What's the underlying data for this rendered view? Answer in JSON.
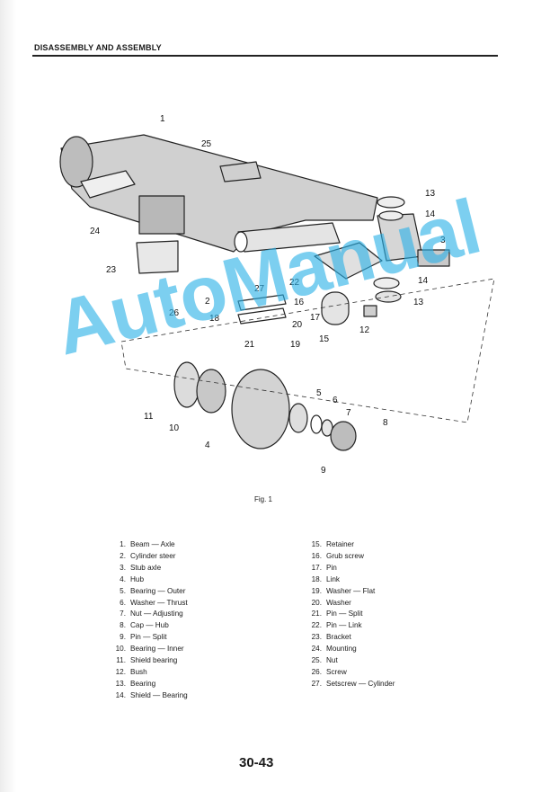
{
  "header": {
    "title": "DISASSEMBLY AND ASSEMBLY"
  },
  "figure": {
    "caption": "Fig. 1",
    "callouts": [
      "1",
      "25",
      "13",
      "14",
      "3",
      "24",
      "23",
      "26",
      "2",
      "27",
      "22",
      "16",
      "17",
      "14",
      "13",
      "18",
      "20",
      "15",
      "12",
      "21",
      "19",
      "5",
      "6",
      "7",
      "8",
      "11",
      "10",
      "4",
      "9"
    ]
  },
  "legend": {
    "left": [
      {
        "num": "1.",
        "text": "Beam — Axle"
      },
      {
        "num": "2.",
        "text": "Cylinder steer"
      },
      {
        "num": "3.",
        "text": "Stub axle"
      },
      {
        "num": "4.",
        "text": "Hub"
      },
      {
        "num": "5.",
        "text": "Bearing — Outer"
      },
      {
        "num": "6.",
        "text": "Washer — Thrust"
      },
      {
        "num": "7.",
        "text": "Nut — Adjusting"
      },
      {
        "num": "8.",
        "text": "Cap — Hub"
      },
      {
        "num": "9.",
        "text": "Pin — Split"
      },
      {
        "num": "10.",
        "text": "Bearing — Inner"
      },
      {
        "num": "11.",
        "text": "Shield bearing"
      },
      {
        "num": "12.",
        "text": "Bush"
      },
      {
        "num": "13.",
        "text": "Bearing"
      },
      {
        "num": "14.",
        "text": "Shield — Bearing"
      }
    ],
    "right": [
      {
        "num": "15.",
        "text": "Retainer"
      },
      {
        "num": "16.",
        "text": "Grub screw"
      },
      {
        "num": "17.",
        "text": "Pin"
      },
      {
        "num": "18.",
        "text": "Link"
      },
      {
        "num": "19.",
        "text": "Washer — Flat"
      },
      {
        "num": "20.",
        "text": "Washer"
      },
      {
        "num": "21.",
        "text": "Pin — Split"
      },
      {
        "num": "22.",
        "text": "Pin — Link"
      },
      {
        "num": "23.",
        "text": "Bracket"
      },
      {
        "num": "24.",
        "text": "Mounting"
      },
      {
        "num": "25.",
        "text": "Nut"
      },
      {
        "num": "26.",
        "text": "Screw"
      },
      {
        "num": "27.",
        "text": "Setscrew — Cylinder"
      }
    ]
  },
  "page_number": "30-43",
  "watermark": "AutoManual"
}
